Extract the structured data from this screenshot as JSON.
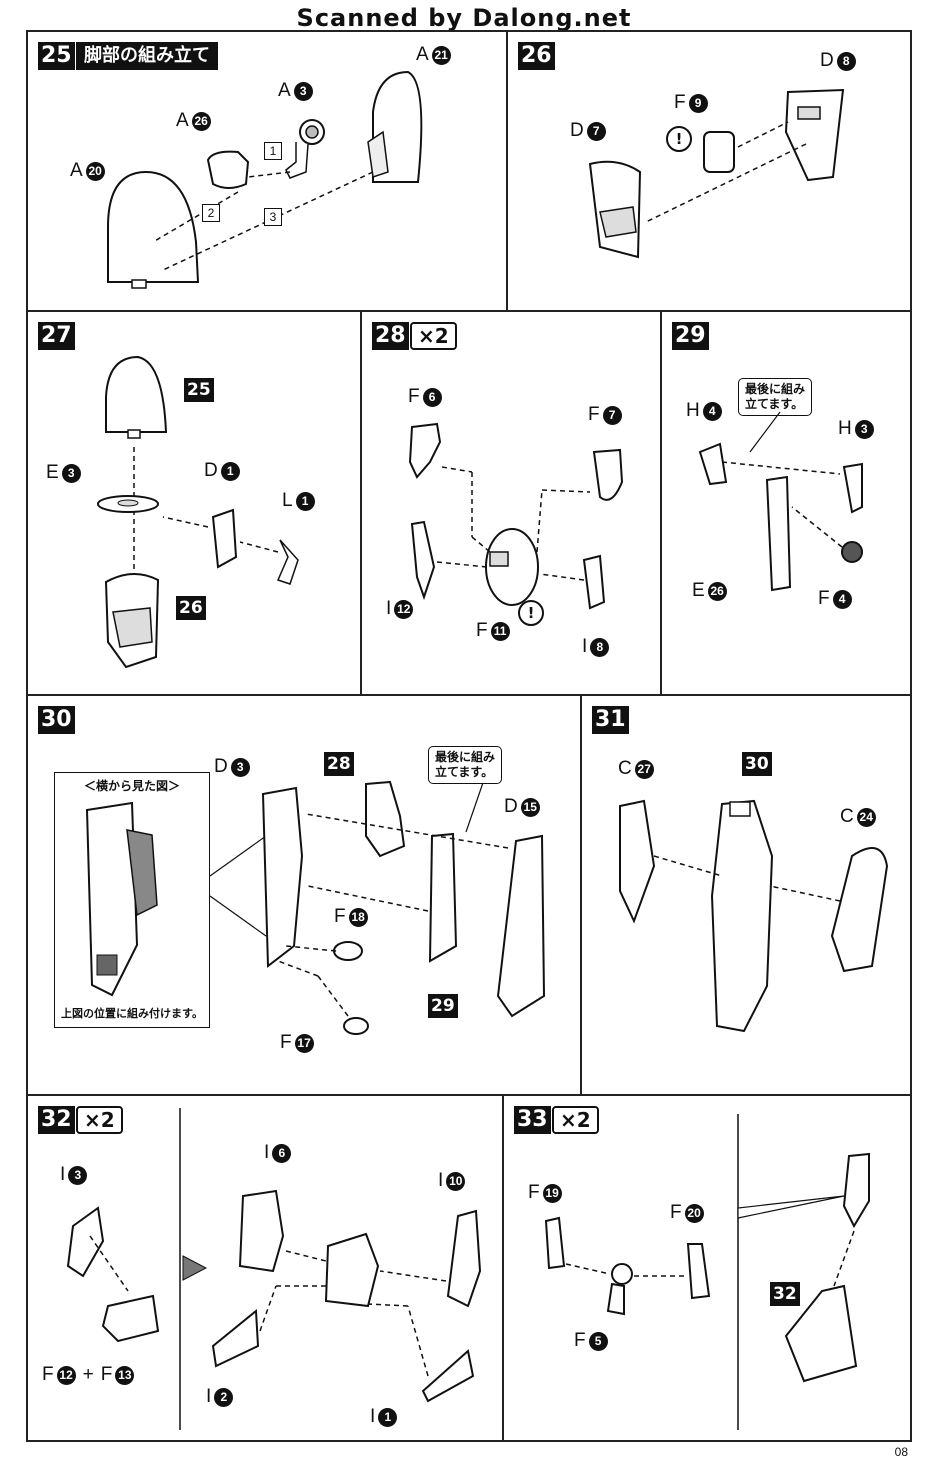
{
  "header": {
    "watermark": "Scanned by Dalong.net"
  },
  "footer": {
    "page_number": "08"
  },
  "steps": {
    "s25": {
      "num": "25",
      "title": "脚部の組み立て",
      "labels": {
        "a21": "A",
        "a21n": "21",
        "a3": "A",
        "a3n": "3",
        "a26": "A",
        "a26n": "26",
        "a20": "A",
        "a20n": "20"
      },
      "seq": [
        "1",
        "2",
        "3"
      ]
    },
    "s26": {
      "num": "26",
      "labels": {
        "d8": "D",
        "d8n": "8",
        "f9": "F",
        "f9n": "9",
        "d7": "D",
        "d7n": "7"
      },
      "warn": "!"
    },
    "s27": {
      "num": "27",
      "ref25": "25",
      "ref26": "26",
      "labels": {
        "e3": "E",
        "e3n": "3",
        "d1": "D",
        "d1n": "1",
        "l1": "L",
        "l1n": "1"
      }
    },
    "s28": {
      "num": "28",
      "mult": "×2",
      "labels": {
        "f6": "F",
        "f6n": "6",
        "f7": "F",
        "f7n": "7",
        "i12": "I",
        "i12n": "12",
        "f11": "F",
        "f11n": "11",
        "i8": "I",
        "i8n": "8"
      },
      "warn": "!"
    },
    "s29": {
      "num": "29",
      "callout": "最後に組み\n立てます。",
      "labels": {
        "h4": "H",
        "h4n": "4",
        "h3": "H",
        "h3n": "3",
        "e26": "E",
        "e26n": "26",
        "f4": "F",
        "f4n": "4"
      }
    },
    "s30": {
      "num": "30",
      "ref28": "28",
      "ref29": "29",
      "callout": "最後に組み\n立てます。",
      "inset_title": "＜横から見た図＞",
      "inset_note": "上図の位置に組み付けます。",
      "labels": {
        "d3": "D",
        "d3n": "3",
        "d15": "D",
        "d15n": "15",
        "f18": "F",
        "f18n": "18",
        "f17": "F",
        "f17n": "17"
      }
    },
    "s31": {
      "num": "31",
      "ref30": "30",
      "labels": {
        "c27": "C",
        "c27n": "27",
        "c24": "C",
        "c24n": "24"
      }
    },
    "s32": {
      "num": "32",
      "mult": "×2",
      "labels": {
        "i3": "I",
        "i3n": "3",
        "f12": "F",
        "f12n": "12",
        "plus": "+",
        "f13": "F",
        "f13n": "13",
        "i6": "I",
        "i6n": "6",
        "i10": "I",
        "i10n": "10",
        "i2": "I",
        "i2n": "2",
        "i1": "I",
        "i1n": "1"
      }
    },
    "s33": {
      "num": "33",
      "mult": "×2",
      "ref32": "32",
      "labels": {
        "f19": "F",
        "f19n": "19",
        "f20": "F",
        "f20n": "20",
        "f5": "F",
        "f5n": "5"
      }
    }
  }
}
